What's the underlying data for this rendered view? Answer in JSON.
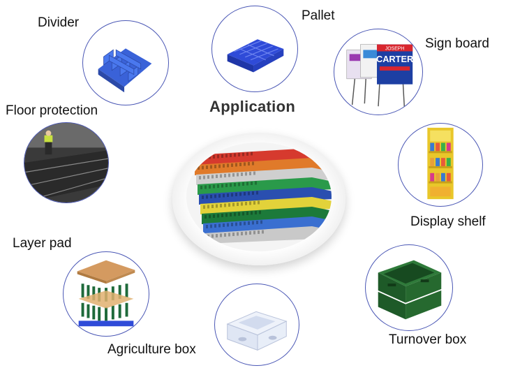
{
  "title": "Application",
  "items": [
    {
      "label": "Divider",
      "icon": "divider-icon"
    },
    {
      "label": "Pallet",
      "icon": "pallet-icon"
    },
    {
      "label": "Sign board",
      "icon": "sign-board-icon",
      "sign_text": "CARTER",
      "sign_top": "JOSEPH"
    },
    {
      "label": "Floor protection",
      "icon": "floor-protection-icon"
    },
    {
      "label": "Display shelf",
      "icon": "display-shelf-icon"
    },
    {
      "label": "Layer pad",
      "icon": "layer-pad-icon"
    },
    {
      "label": "Agriculture box",
      "icon": "agriculture-box-icon"
    },
    {
      "label": "Turnover box",
      "icon": "turnover-box-icon"
    }
  ],
  "colors": {
    "ring": "#4a57b5",
    "sheet_colors": [
      "#d63a2e",
      "#e07a2a",
      "#cfcfcf",
      "#2a9a4a",
      "#2a4fb0",
      "#e2d23a",
      "#1c7a3a",
      "#3a6fd0",
      "#c9c9c9"
    ]
  }
}
